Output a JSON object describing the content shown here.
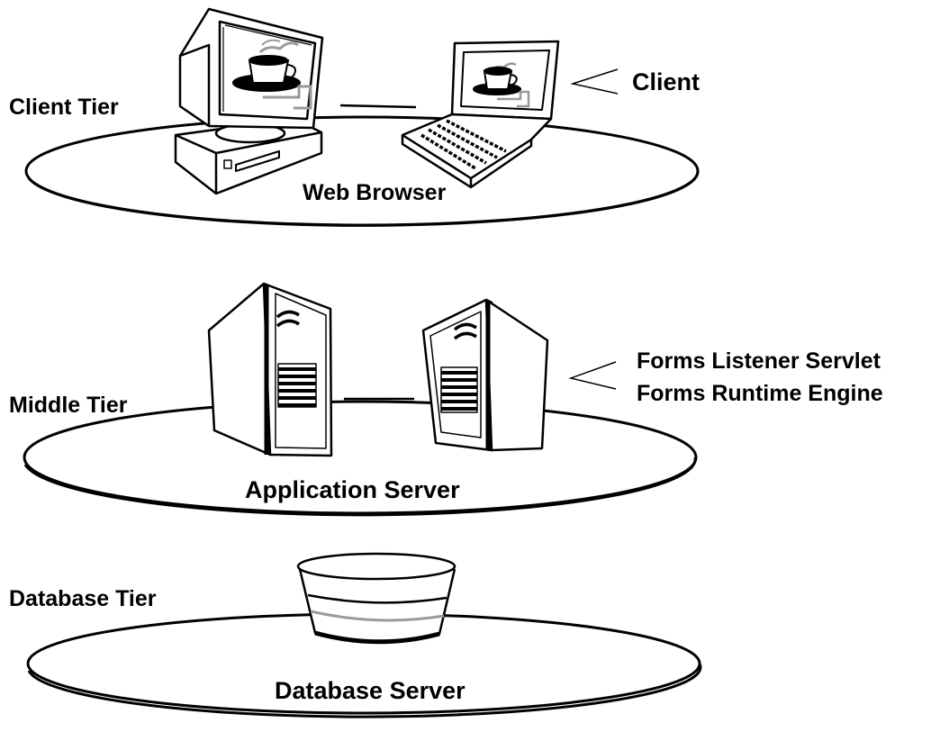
{
  "tiers": {
    "client": {
      "tier_label": "Client Tier",
      "platform_label": "Web Browser",
      "role_label": "Client"
    },
    "middle": {
      "tier_label": "Middle Tier",
      "platform_label": "Application Server",
      "components": [
        "Forms Listener Servlet",
        "Forms Runtime Engine"
      ]
    },
    "database": {
      "tier_label": "Database Tier",
      "platform_label": "Database Server"
    }
  },
  "colors": {
    "ink": "#000000",
    "paper": "#ffffff",
    "shade": "#9a9a9a"
  },
  "icons": {
    "client": [
      "desktop-computer-icon",
      "laptop-computer-icon",
      "coffee-cup-icon"
    ],
    "middle": [
      "tower-server-icon"
    ],
    "database": [
      "database-cylinder-icon"
    ]
  }
}
